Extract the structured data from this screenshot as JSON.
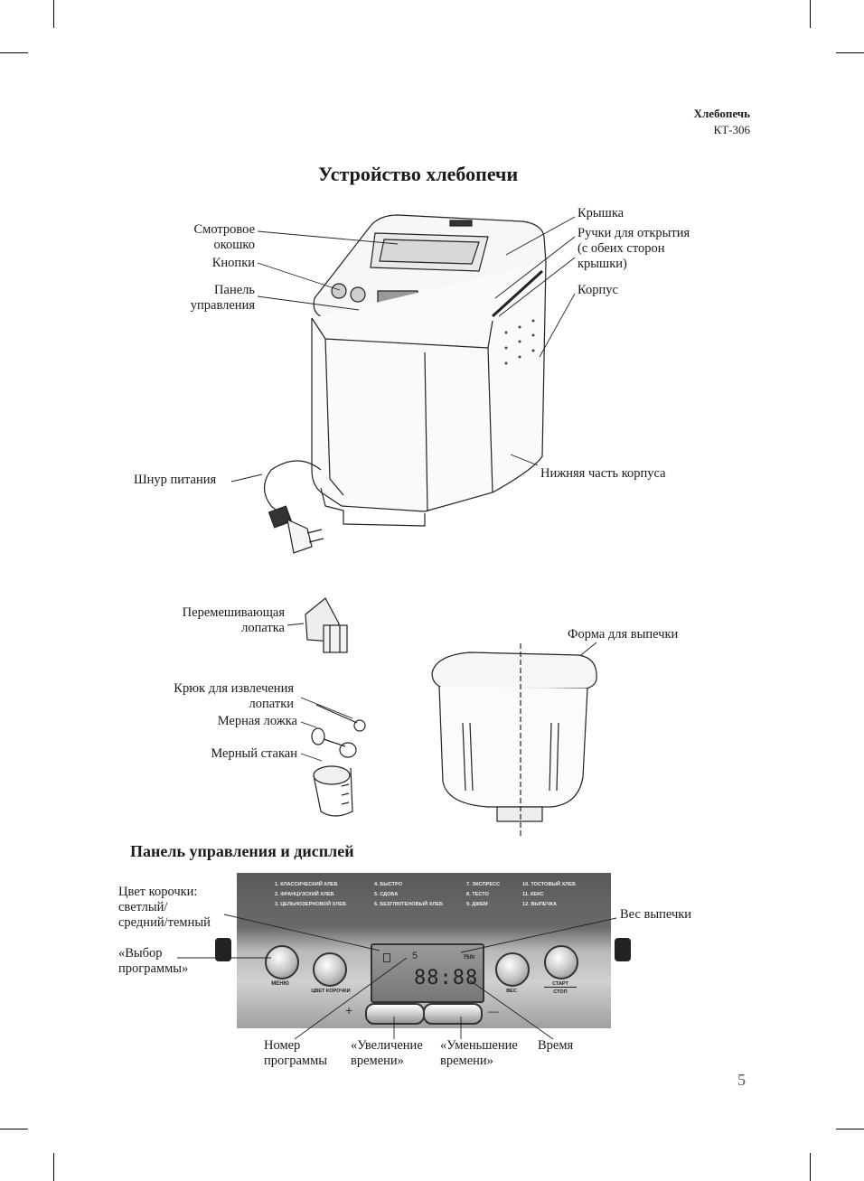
{
  "header": {
    "product": "Хлебопечь",
    "model": "КТ-306"
  },
  "section1": {
    "title": "Устройство хлебопечи",
    "labels": {
      "window": "Смотровое\nокошко",
      "buttons": "Кнопки",
      "panel": "Панель\nуправления",
      "lid": "Крышка",
      "handles": "Ручки для открытия\n(с обеих сторон\nкрышки)",
      "body": "Корпус",
      "cord": "Шнур питания",
      "bottom": "Нижняя часть корпуса",
      "paddle": "Перемешивающая\nлопатка",
      "hook": "Крюк для извлечения\nлопатки",
      "spoon": "Мерная ложка",
      "cup": "Мерный стакан",
      "pan": "Форма для выпечки"
    }
  },
  "section2": {
    "title": "Панель управления и дисплей",
    "labels": {
      "crust": "Цвет корочки:\nсветлый/\nсредний/темный",
      "program_select": "«Выбор\nпрограммы»",
      "weight": "Вес выпечки",
      "program_number": "Номер\nпрограммы",
      "time_up": "«Увеличение\nвремени»",
      "time_down": "«Уменьшение\nвремени»",
      "time": "Время"
    },
    "panel": {
      "programs": [
        "1. КЛАССИЧЕСКИЙ ХЛЕБ",
        "2. ФРАНЦУЗСКИЙ ХЛЕБ",
        "3. ЦЕЛЬНОЗЕРНОВОЙ ХЛЕБ",
        "4. БЫСТРО",
        "5. СДОБА",
        "6. БЕЗГЛЮТЕНОВЫЙ ХЛЕБ",
        "7. ЭКСПРЕСС",
        "8. ТЕСТО",
        "9. ДЖЕМ",
        "10. ТОСТОВЫЙ ХЛЕБ",
        "11. КЕКС",
        "12. ВЫПЕЧКА"
      ],
      "btn_menu": "МЕНЮ",
      "btn_crust": "ЦВЕТ КОРОЧКИ",
      "btn_weight": "ВЕС",
      "btn_start": "СТАРТ",
      "btn_stop": "СТОП",
      "display_program": "5",
      "display_weight": "750г",
      "display_time": "88:88",
      "plus": "+",
      "minus": "—"
    }
  },
  "page_number": "5"
}
